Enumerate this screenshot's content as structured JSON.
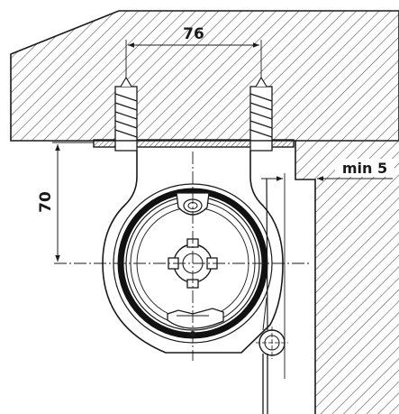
{
  "dimensions": {
    "bolt_spacing": "76",
    "axis_height": "70",
    "min_clearance": "min 5"
  },
  "colors": {
    "line": "#1a1a1a",
    "hatch": "#4a4a4a",
    "background": "#ffffff"
  }
}
